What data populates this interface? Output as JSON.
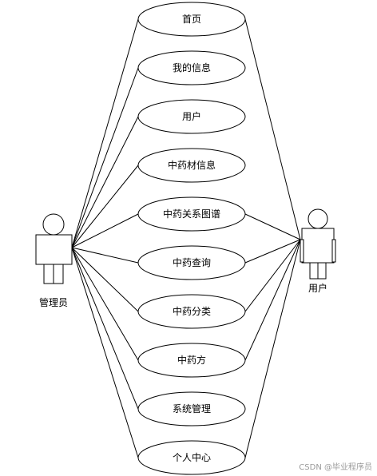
{
  "use_cases": [
    {
      "label": "首页"
    },
    {
      "label": "我的信息"
    },
    {
      "label": "用户"
    },
    {
      "label": "中药材信息"
    },
    {
      "label": "中药关系图谱"
    },
    {
      "label": "中药查询"
    },
    {
      "label": "中药分类"
    },
    {
      "label": "中药方"
    },
    {
      "label": "系统管理"
    },
    {
      "label": "个人中心"
    }
  ],
  "actors": {
    "admin": {
      "label": "管理员",
      "connects_to": [
        0,
        1,
        2,
        3,
        4,
        5,
        6,
        7,
        8,
        9
      ]
    },
    "user": {
      "label": "用户",
      "connects_to": [
        0,
        4,
        5,
        6,
        7,
        9
      ]
    }
  },
  "watermark": "CSDN @毕业程序员"
}
